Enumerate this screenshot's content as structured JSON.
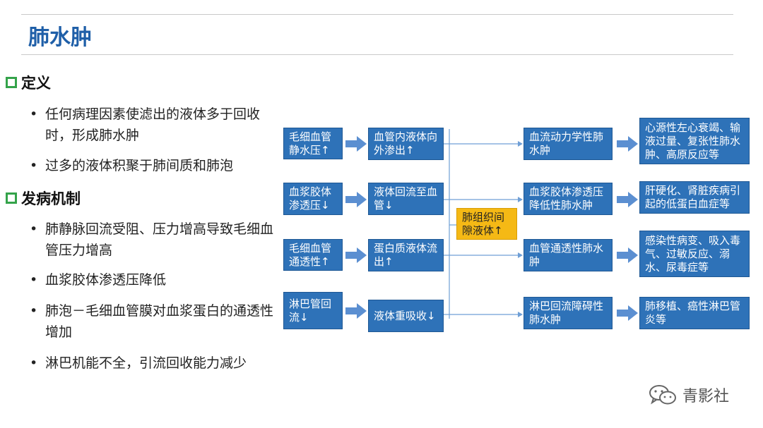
{
  "title": "肺水肿",
  "sections": {
    "definition": {
      "heading": "定义",
      "bullets": [
        "任何病理因素使滤出的液体多于回收时，形成肺水肿",
        "过多的液体积聚于肺间质和肺泡"
      ]
    },
    "mechanism": {
      "heading": "发病机制",
      "bullets": [
        "肺静脉回流受阻、压力增高导致毛细血管压力增高",
        "血浆胶体渗透压降低",
        "肺泡－毛细血管膜对血浆蛋白的通透性增加",
        "淋巴机能不全，引流回收能力减少"
      ]
    }
  },
  "bullet_symbol": "•",
  "diagram": {
    "col1": [
      "毛细血管静水压↑",
      "血浆胶体渗透压↓",
      "毛细血管通透性↑",
      "淋巴管回流↓"
    ],
    "col2": [
      "血管内液体向外渗出↑",
      "液体回流至血管↓",
      "蛋白质液体流出↑",
      "液体重吸收↓"
    ],
    "center": "肺组织间隙液体↑",
    "col3": [
      "血流动力学性肺水肿",
      "血浆胶体渗透压降低性肺水肿",
      "血管通透性肺水肿",
      "淋巴回流障碍性肺水肿"
    ],
    "col4": [
      "心源性左心衰竭、输液过量、复张性肺水肿、高原反应等",
      "肝硬化、肾脏疾病引起的低蛋白血症等",
      "感染性病变、吸入毒气、过敏反应、溺水、尿毒症等",
      "肺移植、癌性淋巴管炎等"
    ]
  },
  "watermark": "青影社",
  "colors": {
    "title": "#1f5fa8",
    "box": "#2e72b8",
    "center_box": "#f5b915",
    "arrow": "#5b8fd1",
    "square": "#34a34a"
  }
}
